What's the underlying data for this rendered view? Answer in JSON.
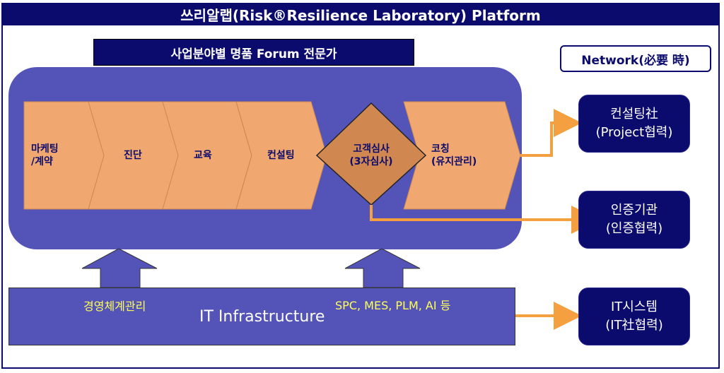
{
  "title": "쓰리알랩(Risk®Resilience  Laboratory)  Platform",
  "forum": "사업분야별 명품 Forum 전문가",
  "network": "Network(必要  時)",
  "steps": [
    {
      "line1": "마케팅",
      "line2": "/계약"
    },
    {
      "line1": "진단",
      "line2": ""
    },
    {
      "line1": "교육",
      "line2": ""
    },
    {
      "line1": "컨설팅",
      "line2": ""
    },
    {
      "line1": "고객심사",
      "line2": "(3자심사)"
    },
    {
      "line1": "코칭",
      "line2": "(유지관리)"
    }
  ],
  "partners": [
    {
      "line1": "컨설팅社",
      "line2": "(Project협력)"
    },
    {
      "line1": "인증기관",
      "line2": "(인증협력)"
    },
    {
      "line1": "IT시스템",
      "line2": "(IT社협력)"
    }
  ],
  "infra": {
    "label": "IT Infrastructure",
    "left_text": "경영체계관리",
    "right_text": "SPC, MES, PLM, AI 등"
  },
  "colors": {
    "navy": "#0b0b6e",
    "panel": "#5454b8",
    "chevron": "#f0a870",
    "diamond": "#d08850",
    "arrow": "#f5a040",
    "yellow": "#ffff55"
  }
}
